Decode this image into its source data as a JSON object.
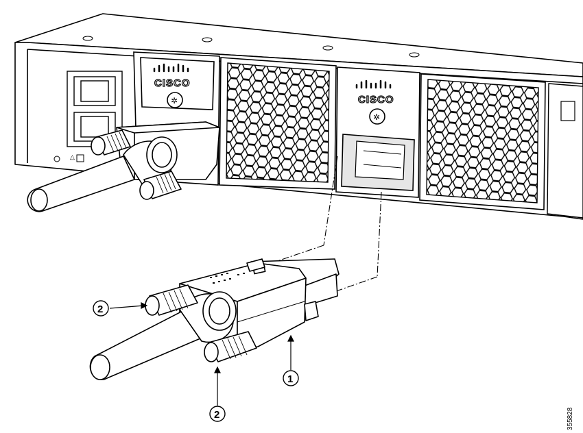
{
  "brand": {
    "logo_text": "CISCO",
    "logo_text_right": "CISCO"
  },
  "callouts": [
    {
      "id": "callout-1",
      "label": "1"
    },
    {
      "id": "callout-2a",
      "label": "2"
    },
    {
      "id": "callout-2b",
      "label": "2"
    }
  ],
  "figure_id": "355828",
  "colors": {
    "line": "#000000",
    "background": "#ffffff",
    "bay_shade": "#e6e6e6"
  }
}
